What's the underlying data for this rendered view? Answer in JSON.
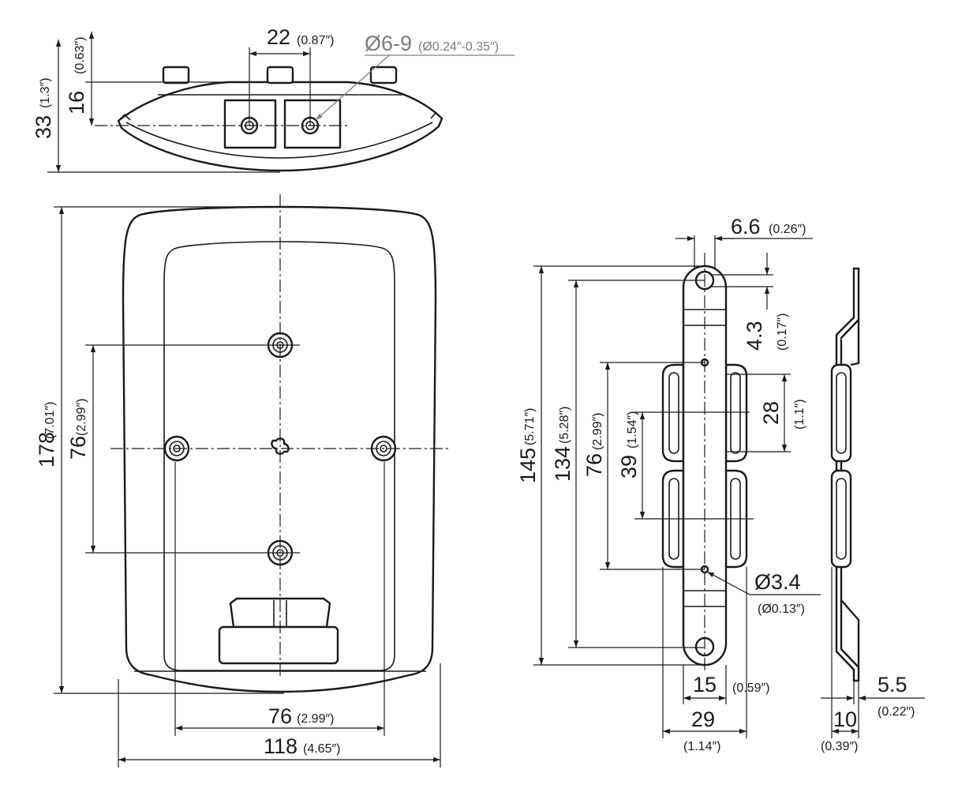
{
  "top_view": {
    "height_total": "33",
    "height_total_in": "(1.3″)",
    "height_hole": "16",
    "height_hole_in": "(0.63″)",
    "hole_spacing": "22",
    "hole_spacing_in": "(0.87″)",
    "thread": "Ø6-9",
    "thread_in": "(Ø0.24″-0.35″)"
  },
  "front_view": {
    "height": "178",
    "height_in": "(7.01″)",
    "vertical_spacing": "76",
    "vertical_spacing_in": "(2.99″)",
    "horizontal_spacing": "76",
    "horizontal_spacing_in": "(2.99″)",
    "width": "118",
    "width_in": "(4.65″)"
  },
  "bracket_view": {
    "slot_width": "6.6",
    "slot_width_in": "(0.26″)",
    "slot_length": "4.3",
    "slot_length_in": "(0.17″)",
    "length_total": "145",
    "length_total_in": "(5.71″)",
    "slot_spacing": "134",
    "slot_spacing_in": "(5.28″)",
    "hole_spacing": "76",
    "hole_spacing_in": "(2.99″)",
    "pad_spacing": "39",
    "pad_spacing_in": "(1.54″)",
    "pad_length": "28",
    "pad_length_in": "(1.1″)",
    "hole_diameter": "Ø3.4",
    "hole_diameter_in": "(Ø0.13″)",
    "strip_width": "15",
    "strip_width_in": "(0.59″)",
    "pad_width": "29",
    "pad_width_in": "(1.14″)"
  },
  "side_view": {
    "depth": "10",
    "depth_in": "(0.39″)",
    "offset": "5.5",
    "offset_in": "(0.22″)"
  }
}
